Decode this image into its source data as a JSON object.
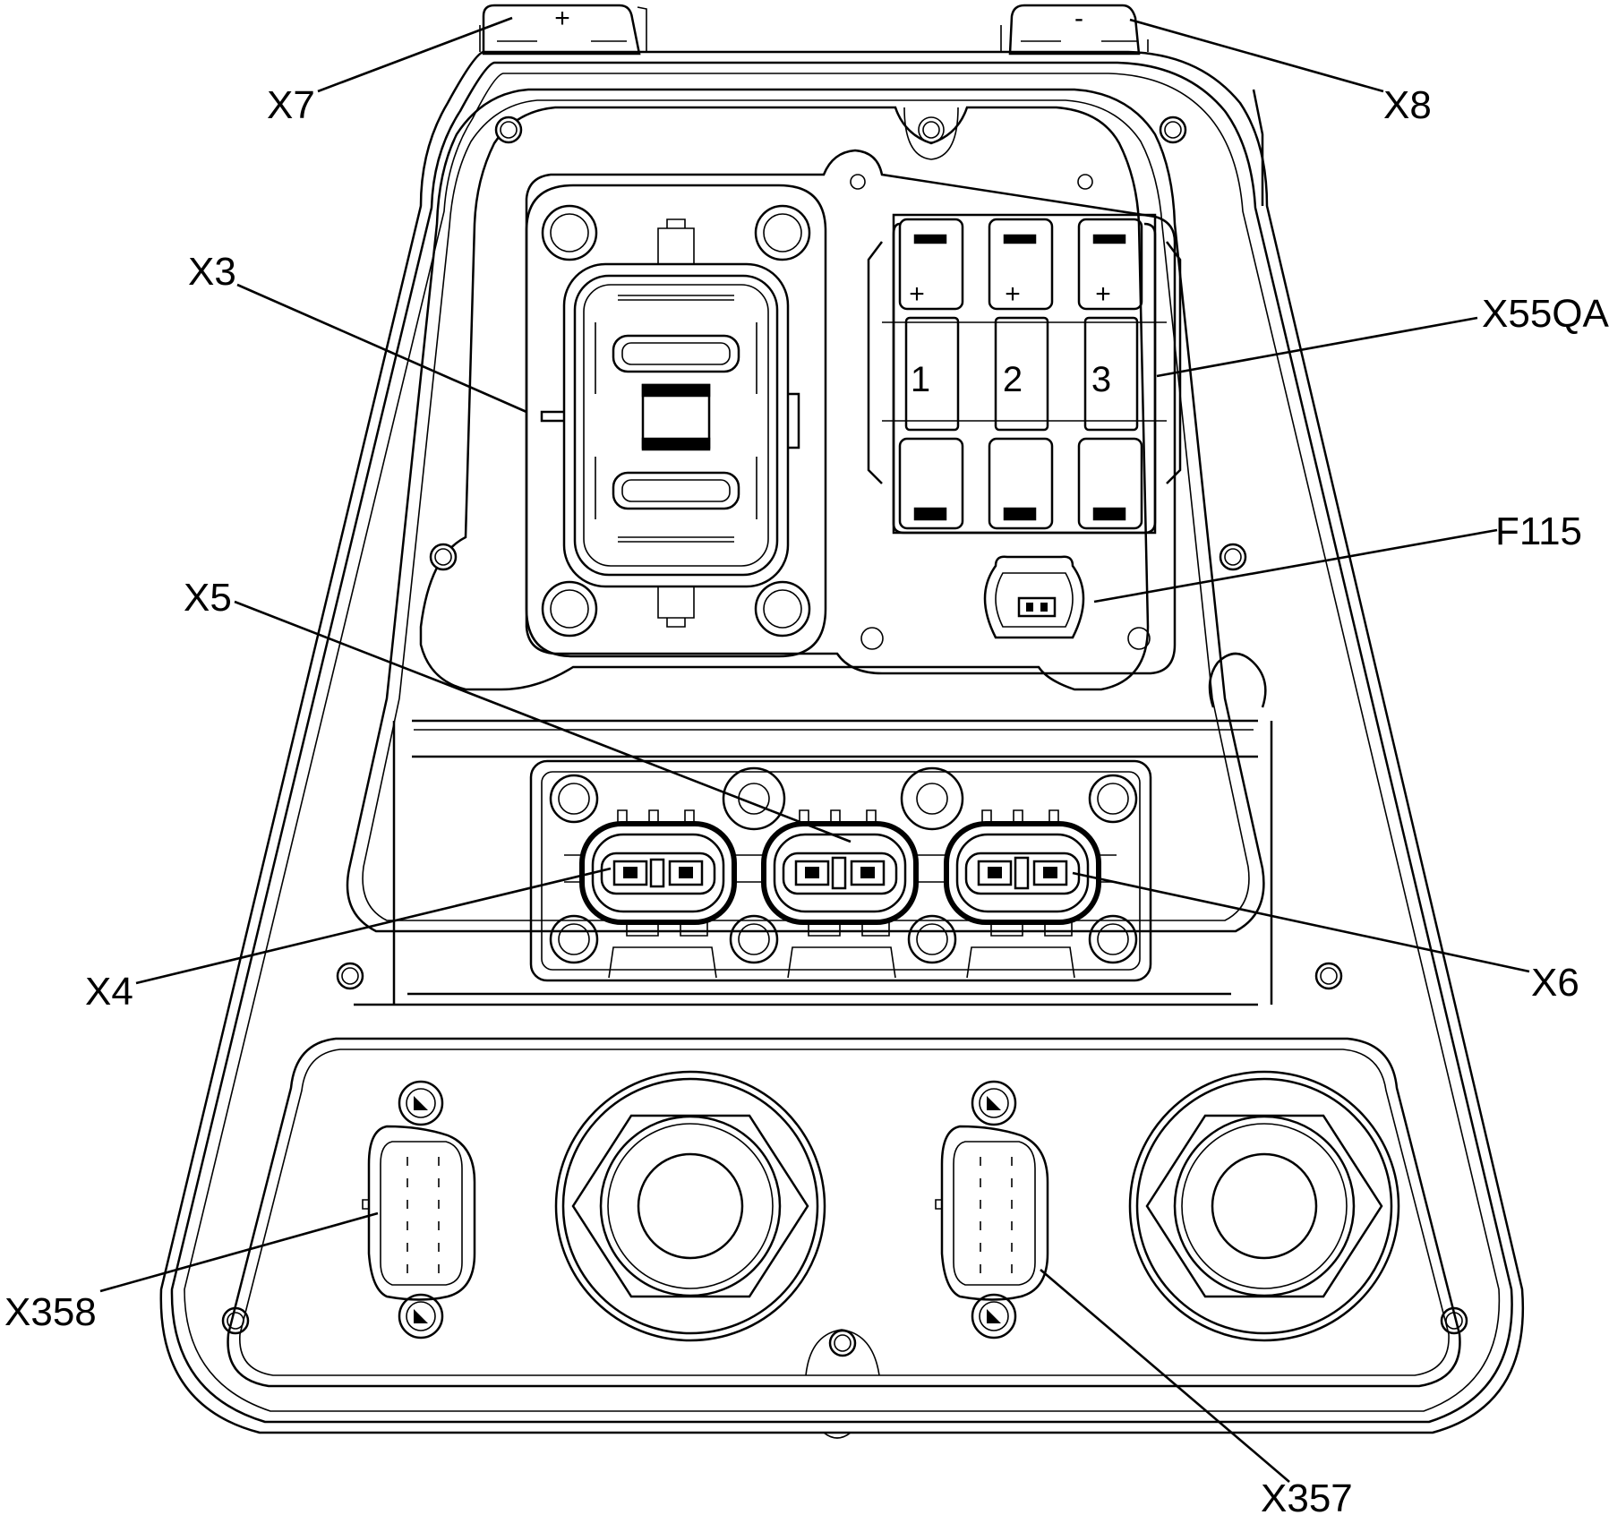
{
  "labels": {
    "x7": "X7",
    "x8": "X8",
    "x3": "X3",
    "x55qa": "X55QA",
    "f115": "F115",
    "x5": "X5",
    "x4": "X4",
    "x6": "X6",
    "x358": "X358",
    "x357": "X357"
  },
  "terminals": {
    "plus": "+",
    "minus": "-"
  },
  "fuses": {
    "plus_sign": "+",
    "numbers": [
      "1",
      "2",
      "3"
    ]
  }
}
